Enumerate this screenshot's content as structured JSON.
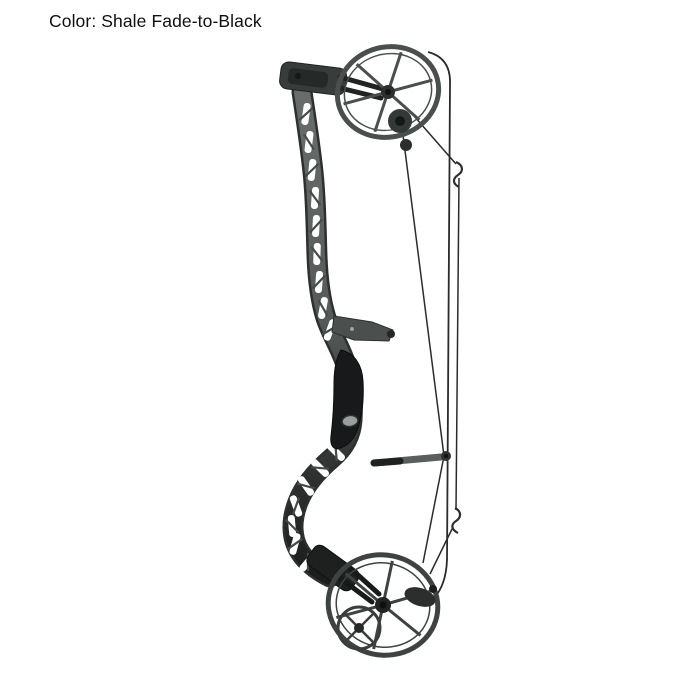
{
  "caption": {
    "label": "Color: Shale Fade-to-Black"
  },
  "image": {
    "alt": "Compound bow, right-side profile, skeletonized truss riser with large top and bottom cams, Shale gray finish fading to black toward the bottom",
    "background": "#ffffff"
  },
  "colors": {
    "text": "#101010",
    "shale_gray_light": "#6b706e",
    "shale_gray": "#565b59",
    "fade_dark": "#2e3030",
    "black": "#141414",
    "cam_metal": "#4a4f4d",
    "string": "#2b2b2b",
    "grip": "#17191a",
    "logo_badge": "#9a9e9c"
  },
  "parts": [
    "top-cam",
    "top-cam-module",
    "riser",
    "arrow-shelf",
    "grip",
    "logo-badge",
    "cable-guard-rod",
    "bottom-cam",
    "bottom-cam-secondary-wheel",
    "top-limbs",
    "bottom-limbs",
    "bowstring",
    "control-cable",
    "yoke-cable",
    "cable-hook-top",
    "cable-hook-bottom"
  ]
}
